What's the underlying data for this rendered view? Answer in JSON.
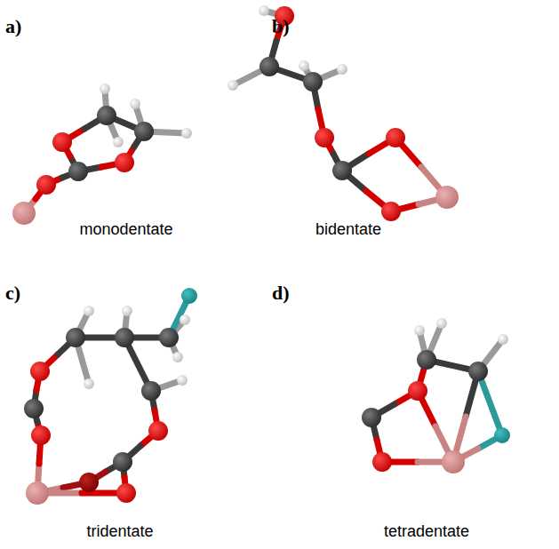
{
  "diagram": {
    "labels": [
      "a)",
      "monodentate",
      "b)",
      "bidentate",
      "c)",
      "tridentate",
      "d)",
      "tetradentate"
    ]
  }
}
